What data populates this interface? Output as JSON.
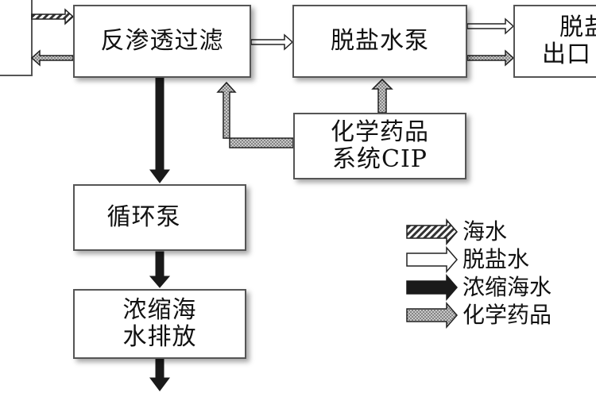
{
  "diagram": {
    "nodes": {
      "ro_filter": {
        "label": "反渗透过滤"
      },
      "desalted_pump": {
        "label": "脱盐水泵"
      },
      "desalted_outlet": {
        "line1": "脱盐",
        "line2": "出口"
      },
      "chemical_system": {
        "line1": "化学药品",
        "line2": "系统CIP"
      },
      "circulation_pump": {
        "label": "循环泵"
      },
      "brine_discharge": {
        "line1": "浓缩海",
        "line2": "水排放"
      }
    },
    "legend": [
      {
        "key": "seawater",
        "label": "海水",
        "style": "hatched"
      },
      {
        "key": "desalted",
        "label": "脱盐水",
        "style": "hollow"
      },
      {
        "key": "brine",
        "label": "浓缩海水",
        "style": "solid"
      },
      {
        "key": "chemical",
        "label": "化学药品",
        "style": "dotted"
      }
    ],
    "colors": {
      "border": "#555555",
      "solid_arrow": "#1a1a1a",
      "hatch_stripe": "#333333",
      "dotted_fill": "#aaaaaa"
    }
  }
}
